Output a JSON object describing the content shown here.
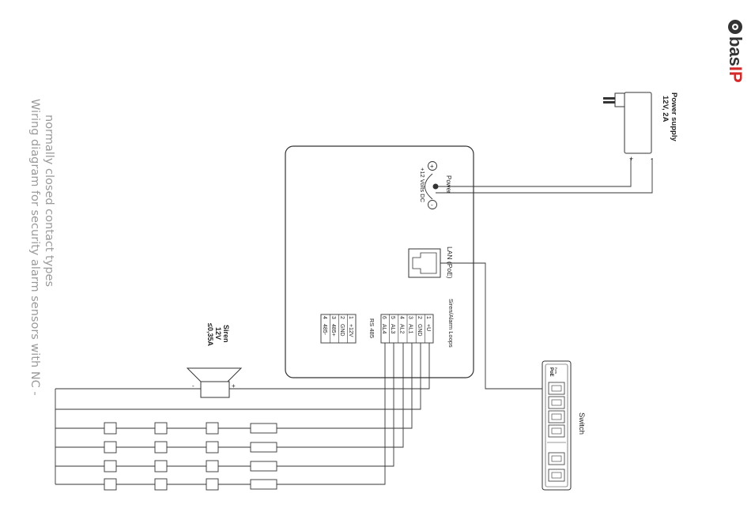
{
  "brand": {
    "name_prefix": "bas",
    "name_suffix": "IP",
    "accent_color": "#d42a2a",
    "icon": "basip-logo-icon"
  },
  "title": {
    "line1": "Wiring diagram for security alarm sensors with NC -",
    "line2": "normally closed contact types"
  },
  "power_supply": {
    "line1": "Power supply",
    "line2": "12V, 2A",
    "plus": "+",
    "minus": "-"
  },
  "power_terminal": {
    "label": "Power",
    "sublabel": "+12 Volts DC",
    "plus": "+",
    "minus": "-"
  },
  "lan": {
    "label": "LAN (PoE)"
  },
  "alarm_block": {
    "title": "Siren/Alarm Loops",
    "pins": [
      {
        "num": "1",
        "name": "+U"
      },
      {
        "num": "2",
        "name": "GND"
      },
      {
        "num": "3",
        "name": "AL1"
      },
      {
        "num": "4",
        "name": "AL2"
      },
      {
        "num": "5",
        "name": "AL3"
      },
      {
        "num": "6",
        "name": "AL4"
      }
    ]
  },
  "rs485_block": {
    "title": "RS 485",
    "pins": [
      {
        "num": "1",
        "name": "+12V"
      },
      {
        "num": "2",
        "name": "GND"
      },
      {
        "num": "3",
        "name": "485+"
      },
      {
        "num": "4",
        "name": "485-"
      }
    ]
  },
  "siren": {
    "line1": "Siren",
    "line2": "12V",
    "line3": "≤0,35A",
    "plus": "+",
    "minus": "-"
  },
  "switch": {
    "label": "Switch",
    "poe_label": "PoE",
    "poe_sub": "Ports"
  }
}
